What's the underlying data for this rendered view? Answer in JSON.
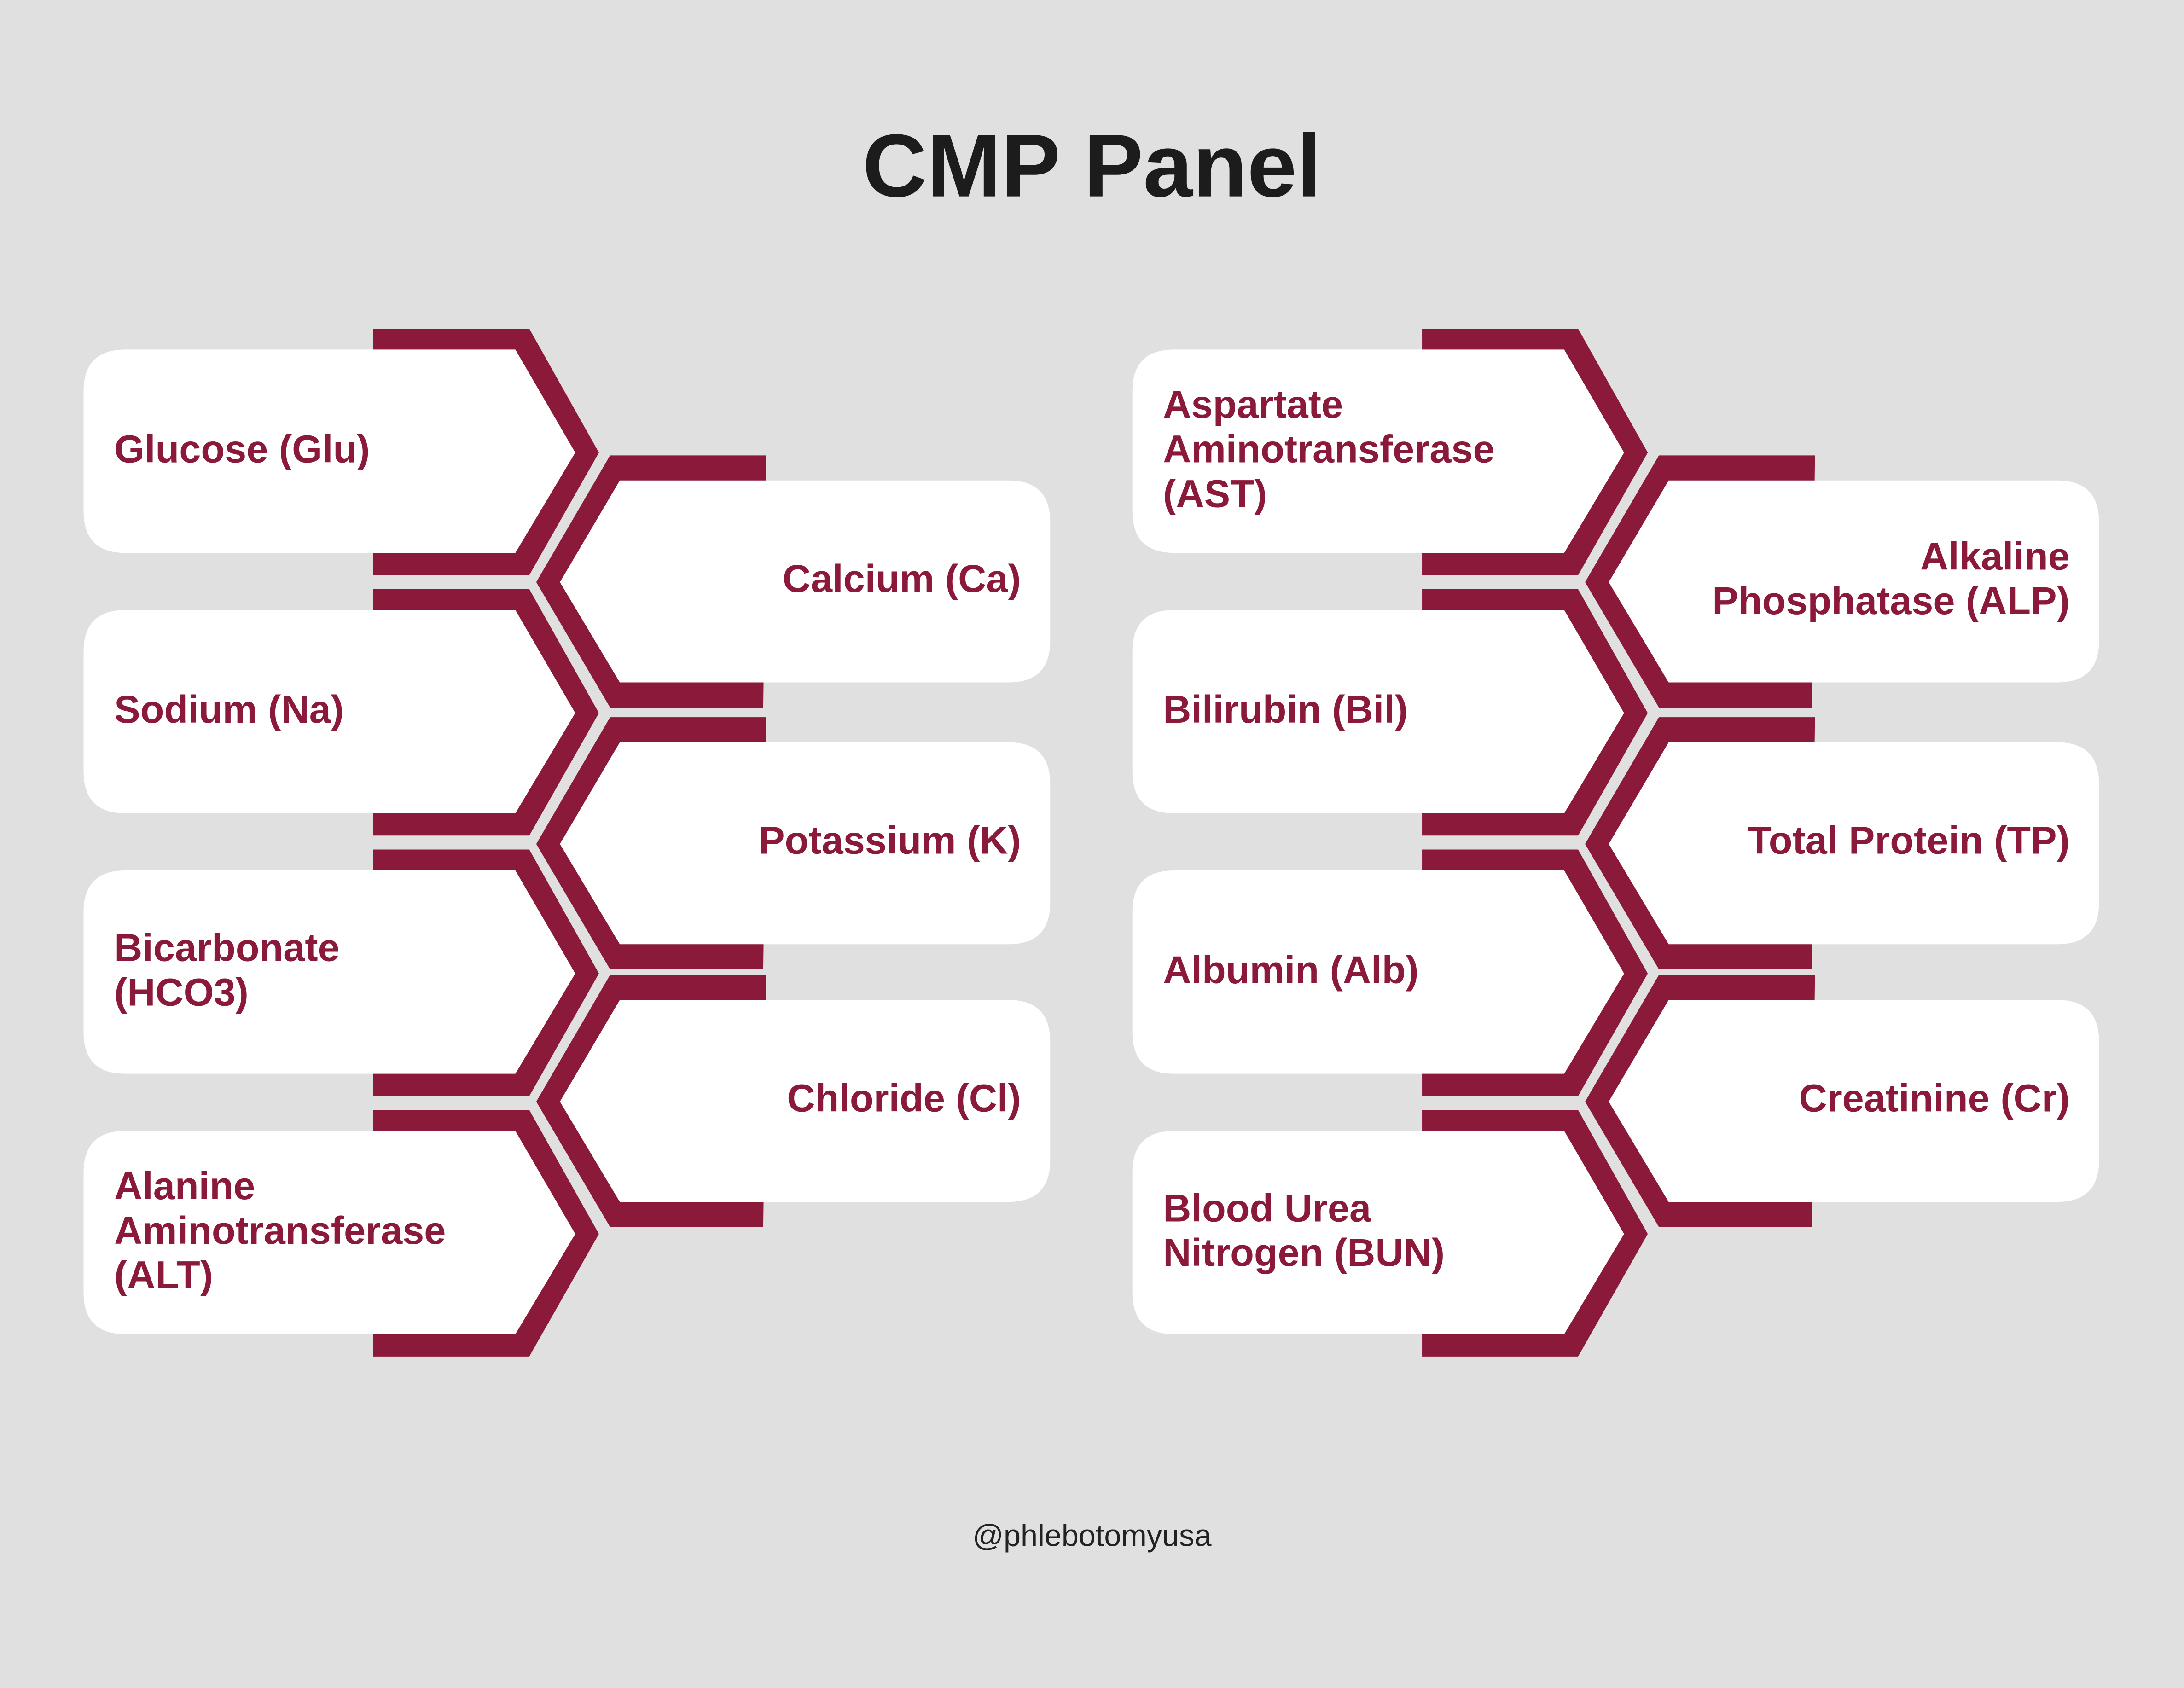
{
  "title": "CMP Panel",
  "footer": "@phlebotomyusa",
  "colors": {
    "accent": "#8b1a3a",
    "card": "#ffffff",
    "background": "#e0e0e0"
  },
  "groups": [
    {
      "left_cards": [
        {
          "lines": [
            "Glucose (Glu)"
          ]
        },
        {
          "lines": [
            "Sodium (Na)"
          ]
        },
        {
          "lines": [
            "Bicarbonate",
            "(HCO3)"
          ]
        },
        {
          "lines": [
            "Alanine",
            "Aminotransferase",
            "(ALT)"
          ]
        }
      ],
      "right_cards": [
        {
          "lines": [
            "Calcium (Ca)"
          ]
        },
        {
          "lines": [
            "Potassium (K)"
          ]
        },
        {
          "lines": [
            "Chloride (Cl)"
          ]
        }
      ]
    },
    {
      "left_cards": [
        {
          "lines": [
            "Aspartate",
            "Aminotransferase",
            "(AST)"
          ]
        },
        {
          "lines": [
            "Bilirubin (Bil)"
          ]
        },
        {
          "lines": [
            "Albumin (Alb)"
          ]
        },
        {
          "lines": [
            "Blood Urea",
            "Nitrogen (BUN)"
          ]
        }
      ],
      "right_cards": [
        {
          "lines": [
            "Alkaline",
            "Phosphatase (ALP)"
          ]
        },
        {
          "lines": [
            "Total Protein (TP)"
          ]
        },
        {
          "lines": [
            "Creatinine (Cr)"
          ]
        }
      ]
    }
  ]
}
